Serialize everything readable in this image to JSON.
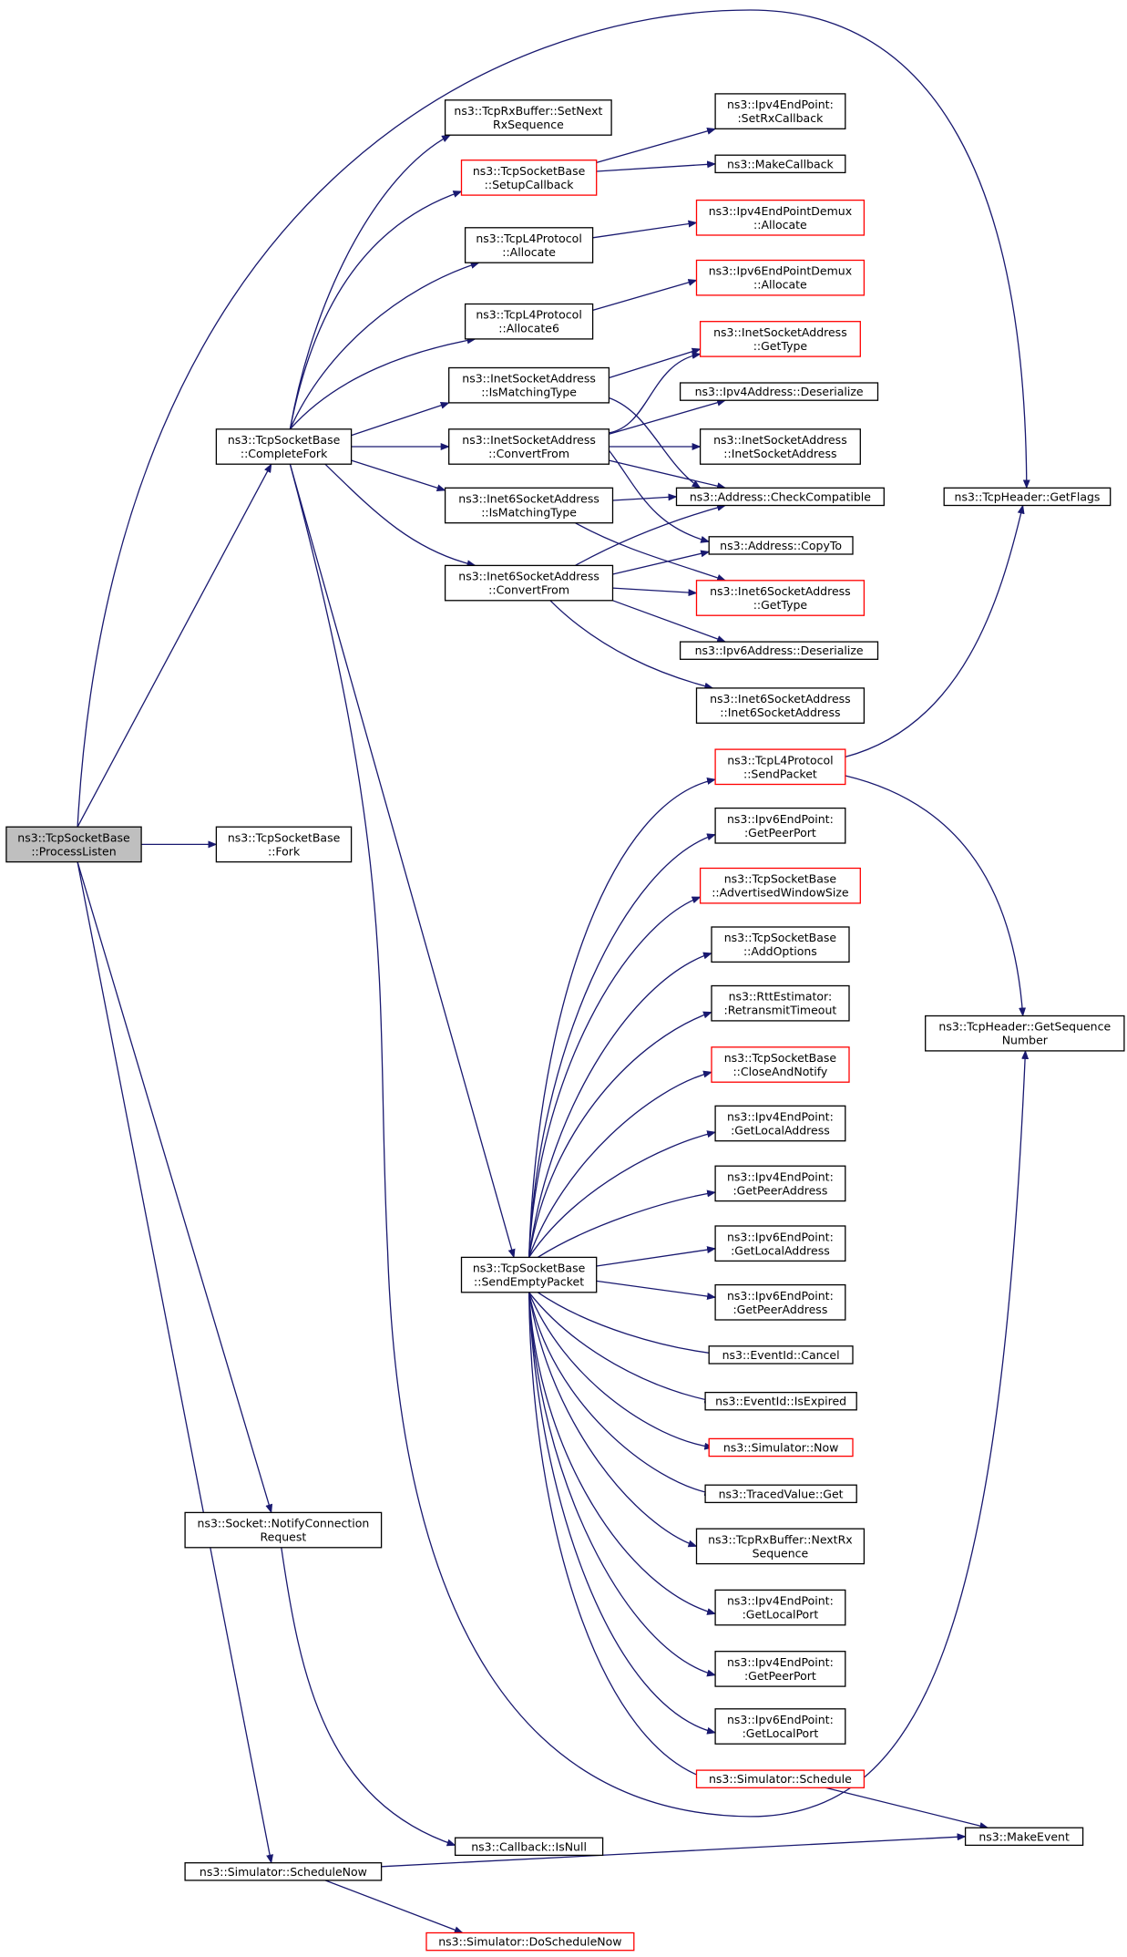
{
  "graph": {
    "title": "",
    "colors": {
      "edge": "#191970",
      "box_border": "#000000",
      "box_border_highlight": "#ff0000",
      "root_fill": "#bfbfbf"
    },
    "nodes": {
      "processListen": {
        "lines": [
          "ns3::TcpSocketBase",
          "::ProcessListen"
        ],
        "highlight": false,
        "root": true
      },
      "completeFork": {
        "lines": [
          "ns3::TcpSocketBase",
          "::CompleteFork"
        ],
        "highlight": false
      },
      "fork": {
        "lines": [
          "ns3::TcpSocketBase",
          "::Fork"
        ],
        "highlight": false
      },
      "notifyConnReq": {
        "lines": [
          "ns3::Socket::NotifyConnection",
          "Request"
        ],
        "highlight": false
      },
      "scheduleNow": {
        "lines": [
          "ns3::Simulator::ScheduleNow"
        ],
        "highlight": false
      },
      "rxSetNext": {
        "lines": [
          "ns3::TcpRxBuffer::SetNext",
          "RxSequence"
        ],
        "highlight": false
      },
      "setupCallback": {
        "lines": [
          "ns3::TcpSocketBase",
          "::SetupCallback"
        ],
        "highlight": true
      },
      "l4Allocate": {
        "lines": [
          "ns3::TcpL4Protocol",
          "::Allocate"
        ],
        "highlight": false
      },
      "l4Allocate6": {
        "lines": [
          "ns3::TcpL4Protocol",
          "::Allocate6"
        ],
        "highlight": false
      },
      "inetIsMatching": {
        "lines": [
          "ns3::InetSocketAddress",
          "::IsMatchingType"
        ],
        "highlight": false
      },
      "inetConvertFrom": {
        "lines": [
          "ns3::InetSocketAddress",
          "::ConvertFrom"
        ],
        "highlight": false
      },
      "inet6IsMatching": {
        "lines": [
          "ns3::Inet6SocketAddress",
          "::IsMatchingType"
        ],
        "highlight": false
      },
      "inet6ConvertFrom": {
        "lines": [
          "ns3::Inet6SocketAddress",
          "::ConvertFrom"
        ],
        "highlight": false
      },
      "sendEmptyPacket": {
        "lines": [
          "ns3::TcpSocketBase",
          "::SendEmptyPacket"
        ],
        "highlight": false
      },
      "ipv4EpSetRx": {
        "lines": [
          "ns3::Ipv4EndPoint:",
          ":SetRxCallback"
        ],
        "highlight": false
      },
      "makeCallback": {
        "lines": [
          "ns3::MakeCallback"
        ],
        "highlight": false
      },
      "ipv4DemuxAlloc": {
        "lines": [
          "ns3::Ipv4EndPointDemux",
          "::Allocate"
        ],
        "highlight": true
      },
      "ipv6DemuxAlloc": {
        "lines": [
          "ns3::Ipv6EndPointDemux",
          "::Allocate"
        ],
        "highlight": true
      },
      "inetGetType": {
        "lines": [
          "ns3::InetSocketAddress",
          "::GetType"
        ],
        "highlight": true
      },
      "ipv4Deserialize": {
        "lines": [
          "ns3::Ipv4Address::Deserialize"
        ],
        "highlight": false
      },
      "inetCtor": {
        "lines": [
          "ns3::InetSocketAddress",
          "::InetSocketAddress"
        ],
        "highlight": false
      },
      "addrCheckCompat": {
        "lines": [
          "ns3::Address::CheckCompatible"
        ],
        "highlight": false
      },
      "addrCopyTo": {
        "lines": [
          "ns3::Address::CopyTo"
        ],
        "highlight": false
      },
      "inet6GetType": {
        "lines": [
          "ns3::Inet6SocketAddress",
          "::GetType"
        ],
        "highlight": true
      },
      "ipv6Deserialize": {
        "lines": [
          "ns3::Ipv6Address::Deserialize"
        ],
        "highlight": false
      },
      "inet6Ctor": {
        "lines": [
          "ns3::Inet6SocketAddress",
          "::Inet6SocketAddress"
        ],
        "highlight": false
      },
      "l4SendPacket": {
        "lines": [
          "ns3::TcpL4Protocol",
          "::SendPacket"
        ],
        "highlight": true
      },
      "ipv6EpGetPeerPort": {
        "lines": [
          "ns3::Ipv6EndPoint:",
          ":GetPeerPort"
        ],
        "highlight": false
      },
      "advWindowSize": {
        "lines": [
          "ns3::TcpSocketBase",
          "::AdvertisedWindowSize"
        ],
        "highlight": true
      },
      "addOptions": {
        "lines": [
          "ns3::TcpSocketBase",
          "::AddOptions"
        ],
        "highlight": false
      },
      "rttRetransmit": {
        "lines": [
          "ns3::RttEstimator:",
          ":RetransmitTimeout"
        ],
        "highlight": false
      },
      "closeAndNotify": {
        "lines": [
          "ns3::TcpSocketBase",
          "::CloseAndNotify"
        ],
        "highlight": true
      },
      "ipv4EpGetLocalAddr": {
        "lines": [
          "ns3::Ipv4EndPoint:",
          ":GetLocalAddress"
        ],
        "highlight": false
      },
      "ipv4EpGetPeerAddr": {
        "lines": [
          "ns3::Ipv4EndPoint:",
          ":GetPeerAddress"
        ],
        "highlight": false
      },
      "ipv6EpGetLocalAddr": {
        "lines": [
          "ns3::Ipv6EndPoint:",
          ":GetLocalAddress"
        ],
        "highlight": false
      },
      "ipv6EpGetPeerAddr": {
        "lines": [
          "ns3::Ipv6EndPoint:",
          ":GetPeerAddress"
        ],
        "highlight": false
      },
      "eventCancel": {
        "lines": [
          "ns3::EventId::Cancel"
        ],
        "highlight": false
      },
      "eventIsExpired": {
        "lines": [
          "ns3::EventId::IsExpired"
        ],
        "highlight": false
      },
      "simNow": {
        "lines": [
          "ns3::Simulator::Now"
        ],
        "highlight": true
      },
      "tracedGet": {
        "lines": [
          "ns3::TracedValue::Get"
        ],
        "highlight": false
      },
      "rxNextRxSeq": {
        "lines": [
          "ns3::TcpRxBuffer::NextRx",
          "Sequence"
        ],
        "highlight": false
      },
      "ipv4EpGetLocalPort": {
        "lines": [
          "ns3::Ipv4EndPoint:",
          ":GetLocalPort"
        ],
        "highlight": false
      },
      "ipv4EpGetPeerPort": {
        "lines": [
          "ns3::Ipv4EndPoint:",
          ":GetPeerPort"
        ],
        "highlight": false
      },
      "ipv6EpGetLocalPort": {
        "lines": [
          "ns3::Ipv6EndPoint:",
          ":GetLocalPort"
        ],
        "highlight": false
      },
      "simSchedule": {
        "lines": [
          "ns3::Simulator::Schedule"
        ],
        "highlight": true
      },
      "callbackIsNull": {
        "lines": [
          "ns3::Callback::IsNull"
        ],
        "highlight": false
      },
      "makeEvent": {
        "lines": [
          "ns3::MakeEvent"
        ],
        "highlight": false
      },
      "simDoScheduleNow": {
        "lines": [
          "ns3::Simulator::DoScheduleNow"
        ],
        "highlight": true
      },
      "tcpHeaderGetFlags": {
        "lines": [
          "ns3::TcpHeader::GetFlags"
        ],
        "highlight": false
      },
      "tcpHeaderGetSeq": {
        "lines": [
          "ns3::TcpHeader::GetSequence",
          "Number"
        ],
        "highlight": false
      }
    }
  }
}
